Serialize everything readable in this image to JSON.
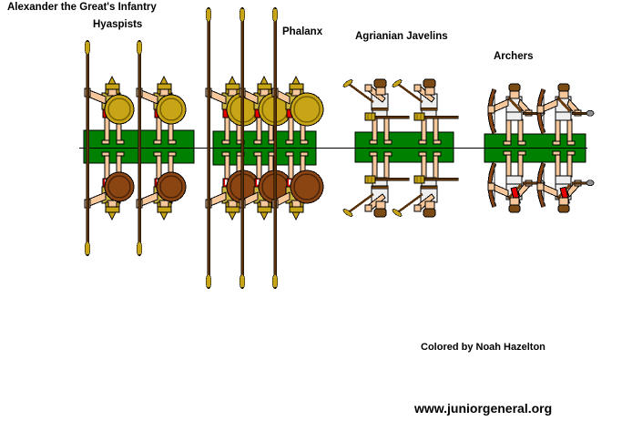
{
  "header": {
    "title": "Alexander the Great's Infantry"
  },
  "units": [
    {
      "id": "hyaspists",
      "label": "Hyaspists",
      "figure_count": 2,
      "weapon": "spear",
      "shield": "round-gold-shield"
    },
    {
      "id": "phalanx",
      "label": "Phalanx",
      "figure_count": 3,
      "weapon": "sarissa-pike",
      "shield": "round-gold-shield"
    },
    {
      "id": "agrianian-javelins",
      "label": "Agrianian Javelins",
      "figure_count": 2,
      "weapon": "javelin",
      "shield": "none"
    },
    {
      "id": "archers",
      "label": "Archers",
      "figure_count": 2,
      "weapon": "bow-and-arrow",
      "shield": "none"
    }
  ],
  "footer": {
    "credit": "Colored by  Noah Hazelton",
    "website": "www.juniorgeneral.org"
  },
  "colors": {
    "background": "#FFFFFF",
    "base_green": "#008000",
    "gold": "#C8A516",
    "gold_ring": "#7A6200",
    "tunic_tan": "#CDB53F",
    "red": "#E80000",
    "flesh": "#F6C79B",
    "hair_brown": "#7B4A15",
    "wood_dark": "#56300A",
    "bow_brown": "#8B4513",
    "shield_back_brown": "#8B4513",
    "shield_back_ring": "#4A240A",
    "belt_brown": "#6B3E10",
    "cloth_white": "#EEEEEE",
    "arrowhead_gray": "#909090",
    "line_black": "#000000"
  }
}
